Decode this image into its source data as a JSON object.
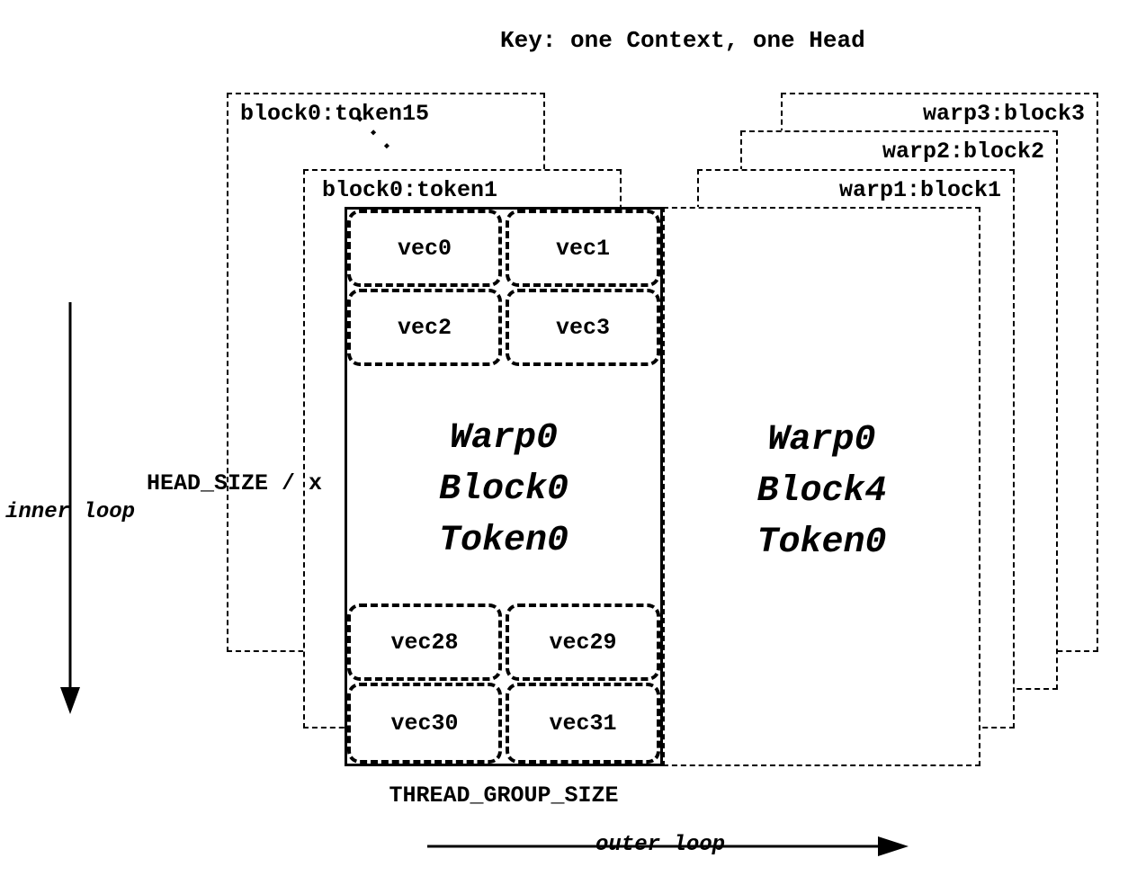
{
  "title": "Key: one Context, one Head",
  "ellipsis": "...",
  "cards": {
    "block0_token15": "block0:token15",
    "block0_token1": "block0:token1",
    "warp1_block1": "warp1:block1",
    "warp2_block2": "warp2:block2",
    "warp3_block3": "warp3:block3"
  },
  "main_block": {
    "top_vecs": [
      "vec0",
      "vec1",
      "vec2",
      "vec3"
    ],
    "bottom_vecs": [
      "vec28",
      "vec29",
      "vec30",
      "vec31"
    ],
    "label_lines": [
      "Warp0",
      "Block0",
      "Token0"
    ]
  },
  "right_block": {
    "label_lines": [
      "Warp0",
      "Block4",
      "Token0"
    ]
  },
  "annotations": {
    "head_size": "HEAD_SIZE / x",
    "inner_loop": "inner loop",
    "outer_loop": "outer loop",
    "thread_group_size": "THREAD_GROUP_SIZE"
  },
  "colors": {
    "ink": "#000000",
    "background": "#ffffff"
  }
}
